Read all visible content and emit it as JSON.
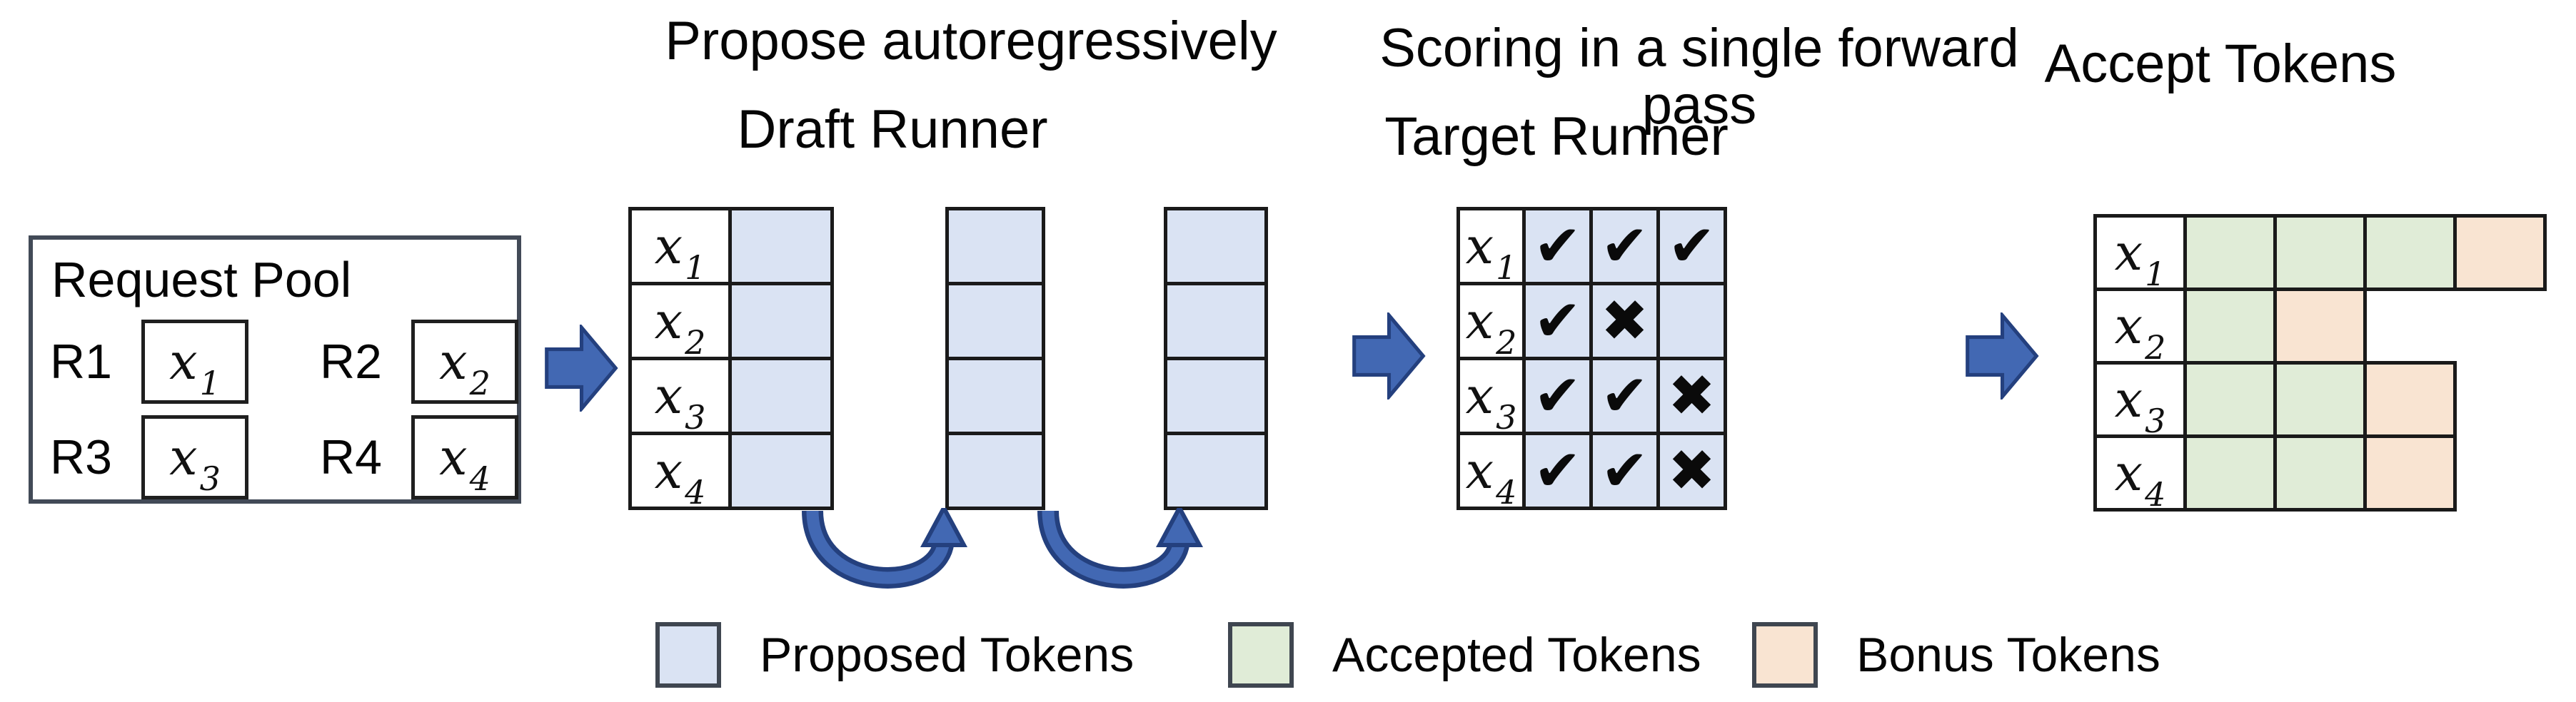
{
  "colors": {
    "proposed": "#dae3f3",
    "accepted": "#e0ecd7",
    "bonus": "#f9e4d2",
    "arrow": "#4268b3",
    "arrow_dark": "#24407e",
    "line": "#1a1a1a"
  },
  "tokens": [
    {
      "base": "x",
      "sub": "1"
    },
    {
      "base": "x",
      "sub": "2"
    },
    {
      "base": "x",
      "sub": "3"
    },
    {
      "base": "x",
      "sub": "4"
    }
  ],
  "pool": {
    "title": "Request Pool",
    "requests": [
      {
        "id": "R1"
      },
      {
        "id": "R2"
      },
      {
        "id": "R3"
      },
      {
        "id": "R4"
      }
    ]
  },
  "draft": {
    "title_line1": "Propose autoregressively",
    "title_line2": "Draft Runner",
    "num_rows": 4,
    "num_proposed_columns": 3
  },
  "target": {
    "title_line1": "Scoring in a single forward pass",
    "title_line2": "Target Runner",
    "marks": [
      [
        "✔",
        "✔",
        "✔"
      ],
      [
        "✔",
        "✖",
        ""
      ],
      [
        "✔",
        "✔",
        "✖"
      ],
      [
        "✔",
        "✔",
        "✖"
      ]
    ]
  },
  "accept": {
    "title": "Accept Tokens",
    "rows": [
      [
        "accepted",
        "accepted",
        "accepted",
        "bonus"
      ],
      [
        "accepted",
        "bonus"
      ],
      [
        "accepted",
        "accepted",
        "bonus"
      ],
      [
        "accepted",
        "accepted",
        "bonus"
      ]
    ]
  },
  "legend": {
    "items": [
      {
        "label": "Proposed Tokens",
        "type": "proposed"
      },
      {
        "label": "Accepted Tokens",
        "type": "accepted"
      },
      {
        "label": "Bonus Tokens",
        "type": "bonus"
      }
    ]
  }
}
